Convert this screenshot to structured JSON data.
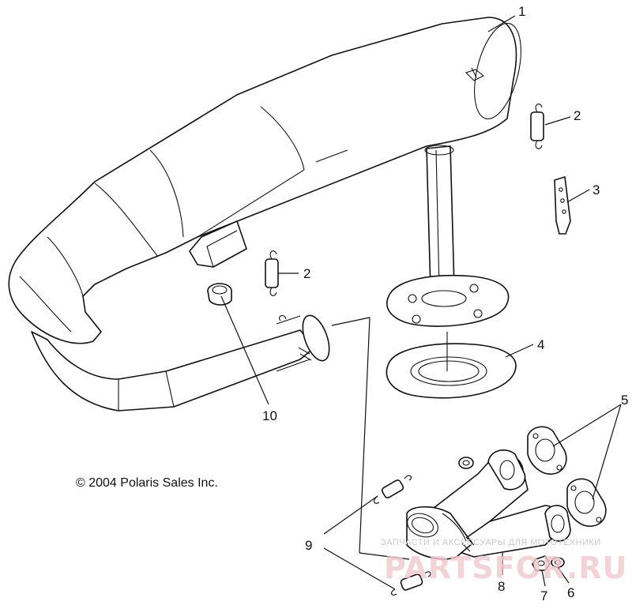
{
  "copyright": "© 2004 Polaris Sales Inc.",
  "watermark": {
    "small": "ЗАПЧАСТИ И АКСЕССУАРЫ ДЛЯ МОТОТЕХНИКИ",
    "big": "PARTSFOR.RU"
  },
  "callouts": {
    "c1": "1",
    "c2a": "2",
    "c2b": "2",
    "c3": "3",
    "c4": "4",
    "c5": "5",
    "c6": "6",
    "c7": "7",
    "c8": "8",
    "c9": "9",
    "c10": "10"
  },
  "colors": {
    "line": "#111111",
    "background": "#ffffff",
    "watermark_red": "#e0a0a6"
  }
}
